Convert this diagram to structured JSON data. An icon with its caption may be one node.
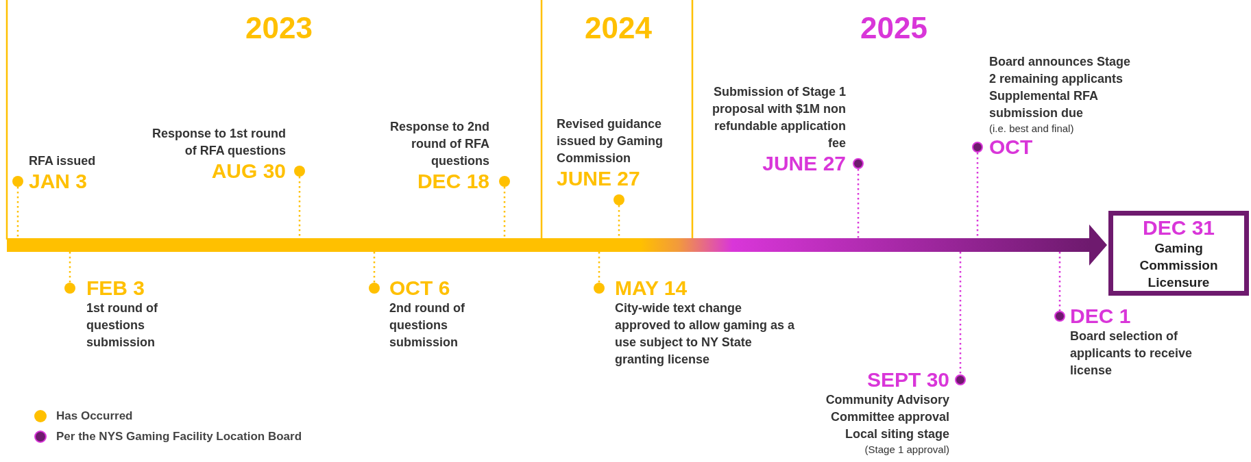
{
  "diagram": {
    "nodes": [
      {
        "text": [
          "RFA issued",
          "JAN 3"
        ]
      },
      {
        "text": [
          "Response to 1st round of RFA questions",
          "AUG 30"
        ]
      },
      {
        "text": [
          "Response to 2nd round of RFA questions",
          "DEC 18"
        ]
      },
      {
        "text": [
          "Revised guidance issued by Gaming Commission",
          "JUNE 27"
        ]
      },
      {
        "text": [
          "Submission of Stage 1 proposal with $1M non refundable application fee",
          "JUNE 27"
        ]
      },
      {
        "text": [
          "Board announces Stage 2 remaining applicants",
          "Supplemental RFA submission due",
          "(i.e. best and final)",
          "OCT"
        ]
      },
      {
        "text": [
          "FEB 3",
          "1st round of questions submission"
        ]
      },
      {
        "text": [
          "OCT 6",
          "2nd round of questions submission"
        ]
      },
      {
        "text": [
          "MAY 14",
          "City-wide text change approved to allow gaming as a use subject to NY State granting license"
        ]
      },
      {
        "text": [
          "SEPT 30",
          "Community Advisory Committee approval Local siting stage",
          "(Stage 1 approval)"
        ]
      },
      {
        "text": [
          "DEC 1",
          "Board selection of applicants to receive license"
        ]
      },
      {
        "text": [
          "DEC 31",
          "Gaming Commission Licensure"
        ]
      }
    ],
    "edges": [
      {
        "from": null,
        "to": 11,
        "arrow": "to",
        "style": "thick"
      },
      {
        "from": 0,
        "to": null,
        "arrow": "none",
        "style": "dashed"
      },
      {
        "from": 1,
        "to": null,
        "arrow": "none",
        "style": "dashed"
      },
      {
        "from": 2,
        "to": null,
        "arrow": "none",
        "style": "dashed"
      },
      {
        "from": 3,
        "to": null,
        "arrow": "none",
        "style": "dashed"
      },
      {
        "from": 4,
        "to": null,
        "arrow": "none",
        "style": "dashed",
        "color": "#d936d9"
      },
      {
        "from": 5,
        "to": null,
        "arrow": "none",
        "style": "dashed",
        "color": "#d936d9"
      },
      {
        "from": 6,
        "to": null,
        "arrow": "none",
        "style": "dashed"
      },
      {
        "from": 7,
        "to": null,
        "arrow": "none",
        "style": "dashed"
      },
      {
        "from": 8,
        "to": null,
        "arrow": "none",
        "style": "dashed"
      },
      {
        "from": 9,
        "to": null,
        "arrow": "none",
        "style": "dashed",
        "color": "#d936d9"
      },
      {
        "from": 10,
        "to": null,
        "arrow": "none",
        "style": "dashed",
        "color": "#d936d9"
      }
    ],
    "labels": [
      "2023",
      "2024",
      "2025"
    ],
    "legend": [
      {
        "text": "Has Occurred",
        "color": "#ffc000"
      },
      {
        "text": "Per the NYS Gaming Facility Location Board",
        "color": "#6e1a6e"
      }
    ]
  }
}
